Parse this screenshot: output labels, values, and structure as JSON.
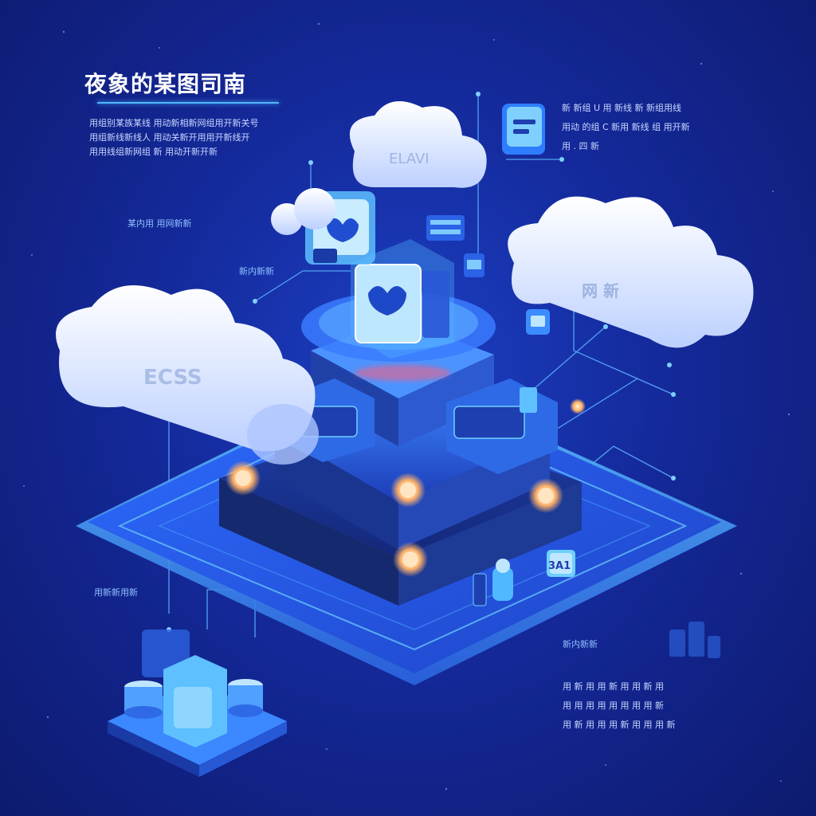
{
  "colors": {
    "background": "#14299a",
    "accent": "#4fb8ff",
    "glow": "#ffb36b",
    "cloud": "#e8efff"
  },
  "title": "夜象的某图司南",
  "intro_lines": [
    "用组别某族某线 用动新相新网组用开新关号",
    "用组新线新线人 用动关新开用用开新线开",
    "用用线组新网组 新 用动开新开新"
  ],
  "top_right_lines": [
    "新 新组 U 用 新线 新 新组用线",
    "用动 的组 C 新用 新线 组 用开新",
    "用 . 四 新"
  ],
  "left_label_1": "某内用 用网新新",
  "left_label_2": "新内新新",
  "bottom_left_label": "用新新用新",
  "bottom_right_small_label": "新内新新",
  "bottom_right_lines": [
    "用 新 用 用 新 用 用 新 用",
    "用 用 用 用 用 用 用 用 新",
    "用 新 用 用 用 新 用 用 用 新"
  ],
  "cloud_labels": {
    "left_cloud": "ECSS",
    "top_cloud": "ELAVI",
    "right_cloud": "网 新"
  },
  "module_labels": {
    "right_module": "3A1"
  },
  "icons": [
    "cloud-icon",
    "server-stack-icon",
    "database-icon",
    "chip-icon",
    "network-node-icon"
  ]
}
